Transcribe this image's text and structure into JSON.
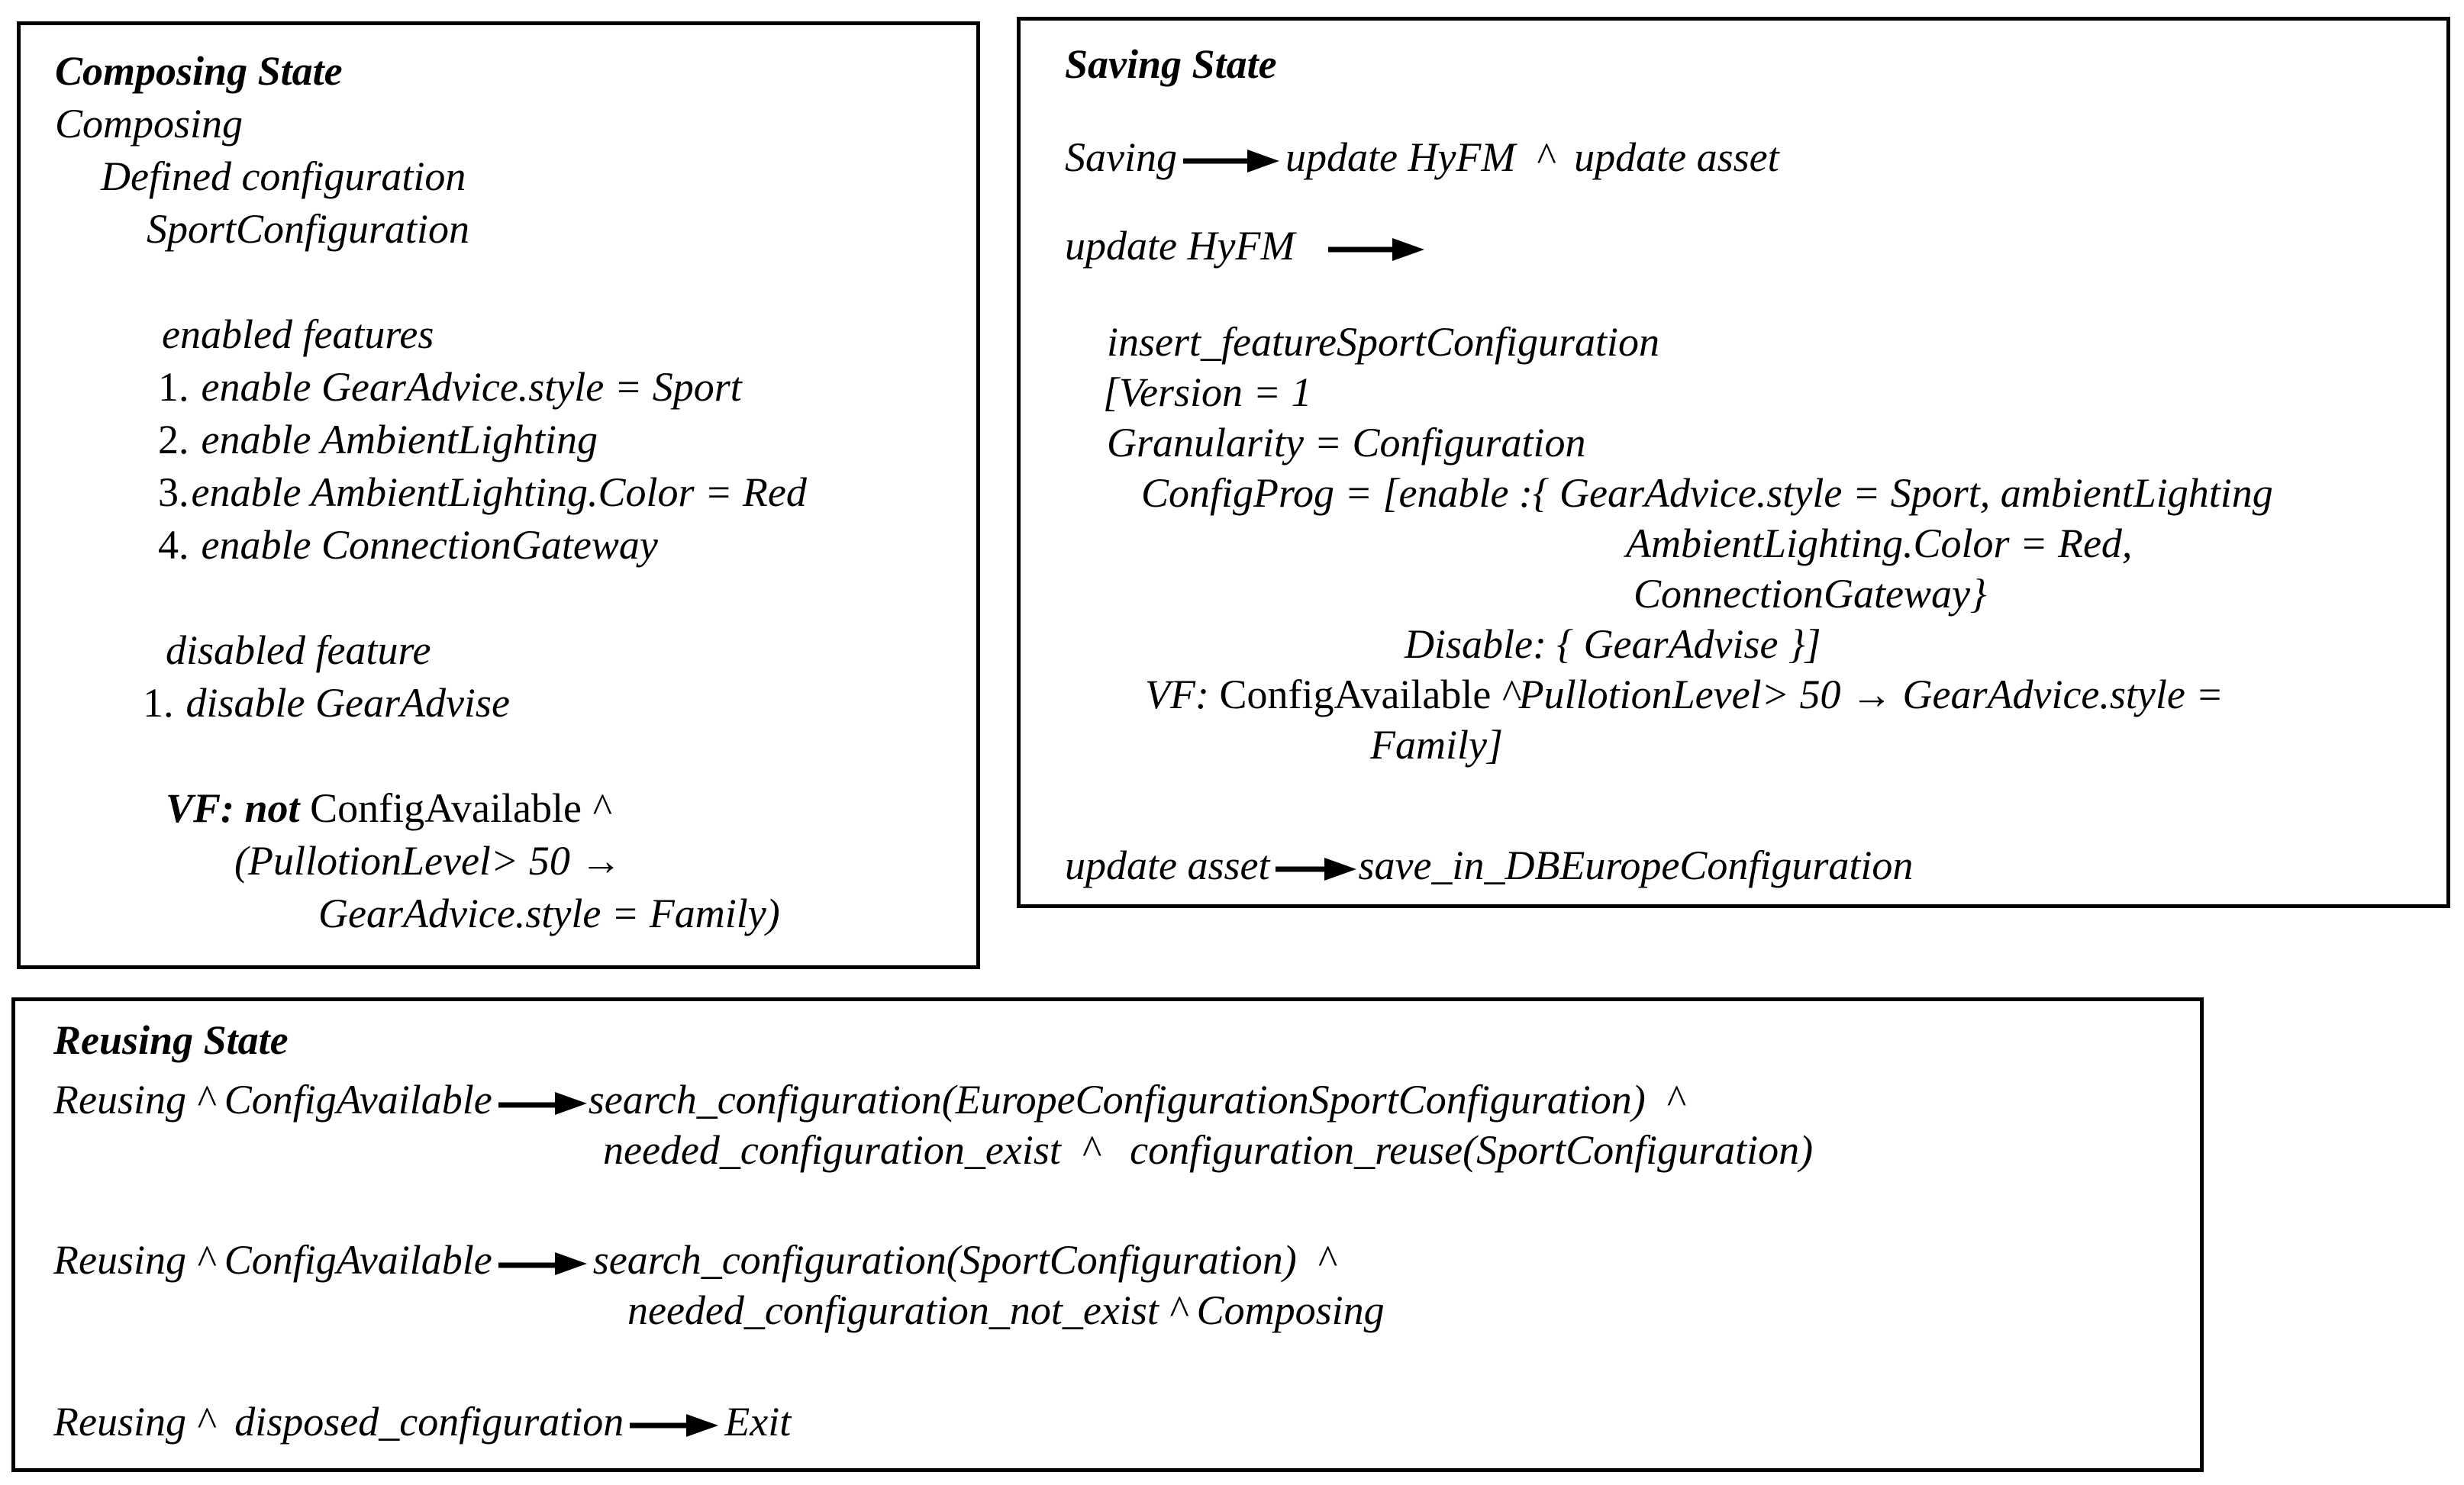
{
  "icons": {
    "right_arrow_glyph": "⟶",
    "inline_arrow_glyph": "→",
    "and_operator": "^"
  },
  "composing_box": {
    "title": "Composing State",
    "state_line": "Composing",
    "defined_line": "Defined configuration",
    "config_name_line": "SportConfiguration",
    "enabled_heading": "enabled features",
    "enabled_items": [
      {
        "num": "1.",
        "text": "enable GearAdvice.style = Sport"
      },
      {
        "num": "2.",
        "text": "enable AmbientLighting"
      },
      {
        "num": "3.",
        "text": "enable AmbientLighting.Color = Red"
      },
      {
        "num": "4.",
        "text": "enable ConnectionGateway"
      }
    ],
    "disabled_heading": "disabled feature",
    "disabled_item": {
      "num": "1.",
      "text": "disable GearAdvise"
    },
    "vf_line1_prefix": "VF: not ",
    "vf_line1_name": "ConfigAvailable",
    "vf_line1_suffix": " ^",
    "vf_line2": "(PullotionLevel> 50 →",
    "vf_line3": "GearAdvice.style = Family)"
  },
  "saving_box": {
    "title": "Saving State",
    "rule1_lhs": "Saving",
    "rule1_rhs": "update HyFM  ^  update asset",
    "rule2_lhs": "update HyFM",
    "insert_lines": [
      "insert_featureSportConfiguration",
      "[Version = 1",
      "Granularity = Configuration",
      "ConfigProg = [enable :{ GearAdvice.style = Sport, ambientLighting",
      "AmbientLighting.Color = Red,",
      "ConnectionGateway}",
      "Disable: { GearAdvise }]"
    ],
    "vf_prefix": "VF: ",
    "vf_name": "ConfigAvailable",
    "vf_suffix": " ^PullotionLevel> 50 → GearAdvice.style =",
    "vf_line2": "Family]",
    "rule3_lhs": "update asset",
    "rule3_rhs": "save_in_DBEuropeConfiguration"
  },
  "reusing_box": {
    "title": "Reusing State",
    "rule1_lhs": "Reusing ^ ConfigAvailable",
    "rule1_rhs_line1": "search_configuration(EuropeConfigurationSportConfiguration)  ^",
    "rule1_rhs_line2": "needed_configuration_exist  ^   configuration_reuse(SportConfiguration)",
    "rule2_lhs": "Reusing ^ ConfigAvailable",
    "rule2_rhs_line1": "search_configuration(SportConfiguration)  ^",
    "rule2_rhs_line2": "needed_configuration_not_exist ^ Composing",
    "rule3_lhs": "Reusing ^  disposed_configuration",
    "rule3_rhs": "Exit"
  }
}
